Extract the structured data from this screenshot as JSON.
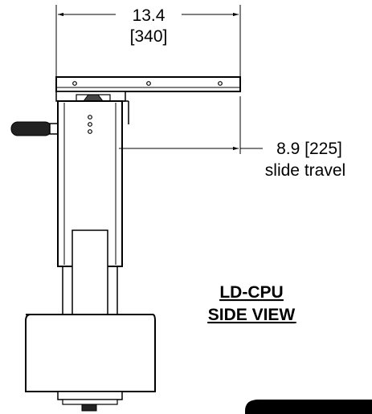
{
  "dimensions": {
    "width_in": "13.4",
    "width_mm": "[340]",
    "travel": "8.9 [225]",
    "travel_label": "slide travel"
  },
  "title": {
    "line1": "LD-CPU",
    "line2": "SIDE VIEW"
  }
}
